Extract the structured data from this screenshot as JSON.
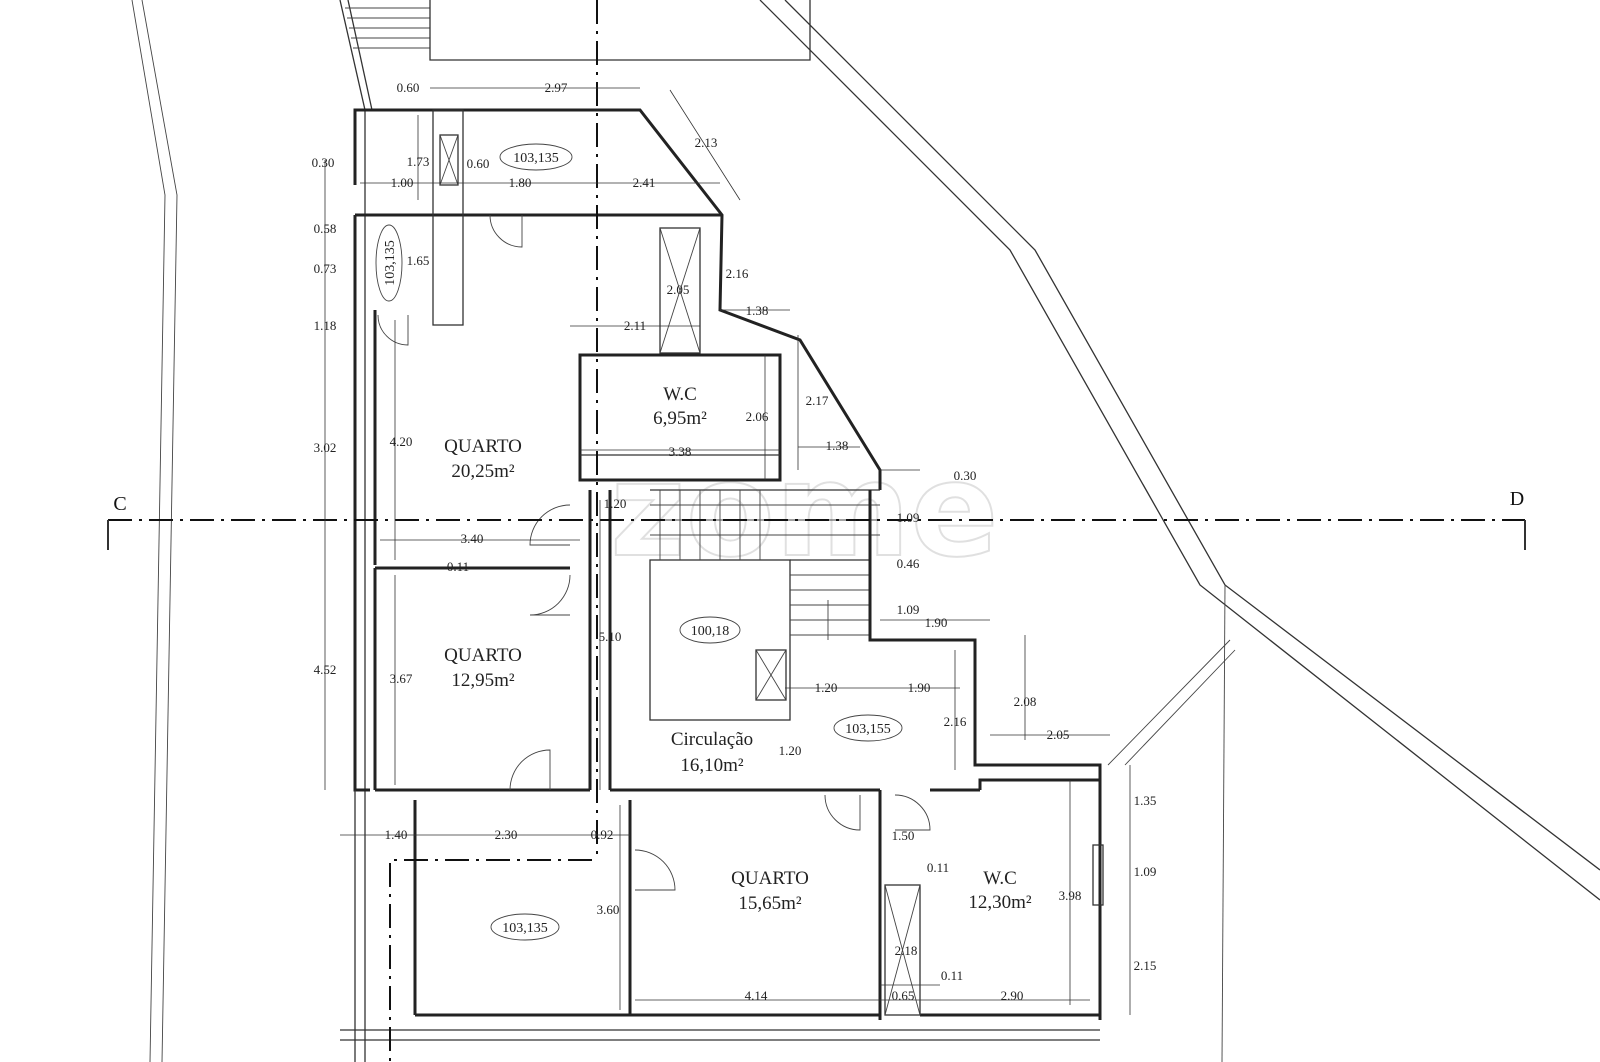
{
  "watermark": "zome",
  "section": {
    "start": "C",
    "end": "D"
  },
  "rooms": [
    {
      "name": "QUARTO",
      "area": "20,25m²"
    },
    {
      "name": "W.C",
      "area": "6,95m²"
    },
    {
      "name": "QUARTO",
      "area": "12,95m²"
    },
    {
      "name": "Circulação",
      "area": "16,10m²"
    },
    {
      "name": "QUARTO",
      "area": "15,65m²"
    },
    {
      "name": "W.C",
      "area": "12,30m²"
    }
  ],
  "elevations": [
    "103,135",
    "103,135",
    "100,18",
    "103,155",
    "103,135"
  ],
  "dimensions": [
    "0.60",
    "2.97",
    "2.13",
    "1.73",
    "0.60",
    "0.30",
    "1.00",
    "1.80",
    "2.41",
    "0.58",
    "1.65",
    "0.73",
    "2.16",
    "2.05",
    "1.38",
    "1.18",
    "2.11",
    "4.20",
    "2.06",
    "2.17",
    "3.02",
    "3.38",
    "1.38",
    "0.30",
    "1.20",
    "1.09",
    "3.40",
    "0.11",
    "0.46",
    "1.09",
    "1.90",
    "4.52",
    "3.67",
    "5.10",
    "1.20",
    "1.90",
    "2.08",
    "2.16",
    "2.05",
    "1.20",
    "1.35",
    "1.40",
    "2.30",
    "0.92",
    "1.50",
    "0.11",
    "1.09",
    "3.60",
    "3.98",
    "2.18",
    "0.11",
    "2.15",
    "4.14",
    "0.65",
    "2.90"
  ]
}
